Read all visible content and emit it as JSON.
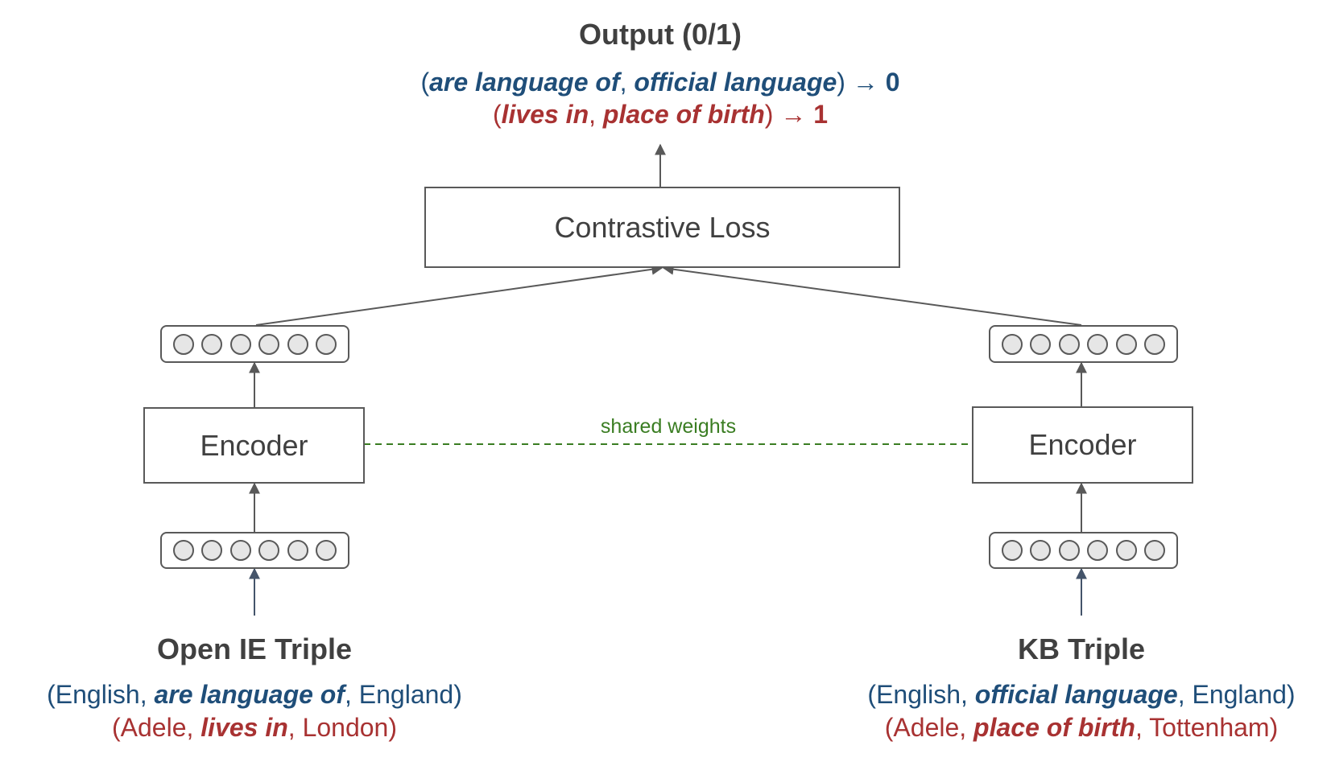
{
  "output": {
    "title": "Output (0/1)",
    "line1": {
      "open": "(",
      "rel1": "are language of",
      "sep": ", ",
      "rel2": "official language",
      "close": ") ",
      "arrow": "→",
      "label": " 0"
    },
    "line2": {
      "open": "(",
      "rel1": "lives in",
      "sep": ", ",
      "rel2": "place of birth",
      "close": ") ",
      "arrow": "→",
      "label": " 1"
    }
  },
  "loss_box": {
    "label": "Contrastive Loss"
  },
  "encoder_left": {
    "label": "Encoder"
  },
  "encoder_right": {
    "label": "Encoder"
  },
  "shared_weights": {
    "label": "shared weights"
  },
  "open_ie": {
    "title": "Open IE Triple",
    "line1": {
      "open": "(English, ",
      "rel": "are language of",
      "close": ", England)"
    },
    "line2": {
      "open": "(Adele, ",
      "rel": "lives in",
      "close": ", London)"
    }
  },
  "kb": {
    "title": "KB Triple",
    "line1": {
      "open": "(English, ",
      "rel": "official language",
      "close": ", England)"
    },
    "line2": {
      "open": "(Adele, ",
      "rel": "place of birth",
      "close": ", Tottenham)"
    }
  },
  "colors": {
    "blue": "#1f4e79",
    "red": "#a83232",
    "green": "#3a7d22",
    "stroke": "#595959"
  }
}
